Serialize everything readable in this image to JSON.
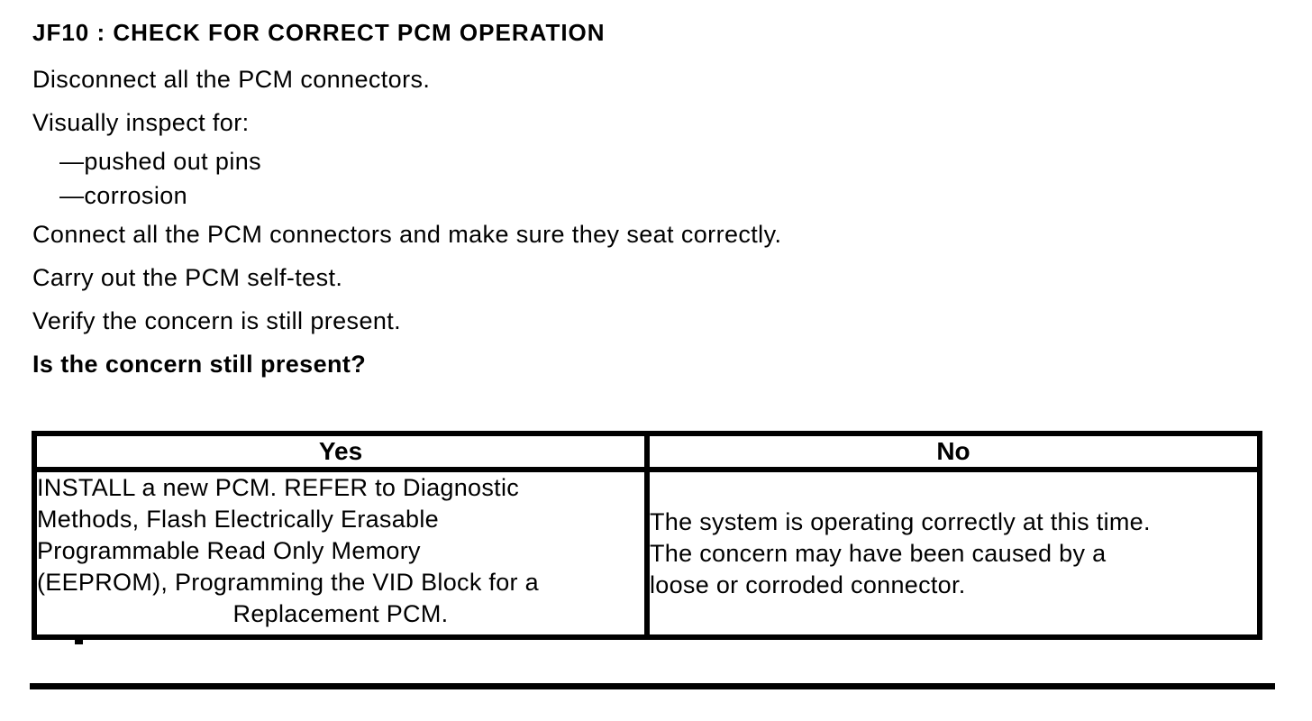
{
  "doc": {
    "title": "JF10 : CHECK FOR CORRECT PCM OPERATION",
    "procedure": [
      "Disconnect all the PCM connectors.",
      "Visually inspect for:",
      "—pushed out pins",
      "—corrosion",
      "Connect all the PCM connectors and make sure they seat correctly.",
      "Carry out the PCM self-test.",
      "Verify the concern is still present."
    ],
    "question": "Is the concern still present?"
  },
  "decision_table": {
    "yes_header": "Yes",
    "no_header": "No",
    "yes_lines": [
      "INSTALL a new PCM. REFER to Diagnostic",
      "Methods, Flash Electrically Erasable",
      "Programmable Read Only Memory",
      "(EEPROM), Programming the VID Block for a",
      "Replacement PCM."
    ],
    "no_lines": [
      "The system is operating correctly at this time.",
      "The concern may have been caused by a",
      "loose or corroded connector."
    ]
  },
  "colors": {
    "ink": "#000000",
    "paper": "#ffffff"
  }
}
